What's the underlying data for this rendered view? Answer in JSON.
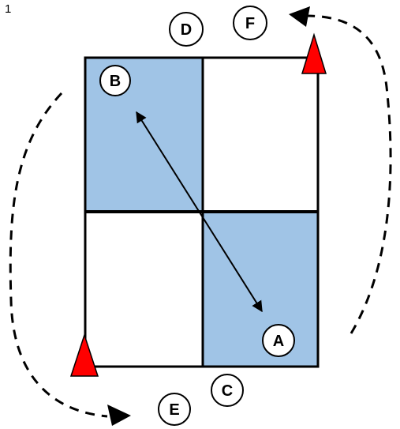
{
  "figure": {
    "corner_text": "1",
    "colors": {
      "shaded_cell": "#a0c4e6",
      "grid_line": "#000000",
      "cone": "#ff0000",
      "background": "#ffffff"
    }
  },
  "labels": {
    "A": "A",
    "B": "B",
    "C": "C",
    "D": "D",
    "E": "E",
    "F": "F"
  },
  "icons": {
    "cones": "triangle-cone-icon",
    "arrowheads": "arrowhead-icon"
  }
}
